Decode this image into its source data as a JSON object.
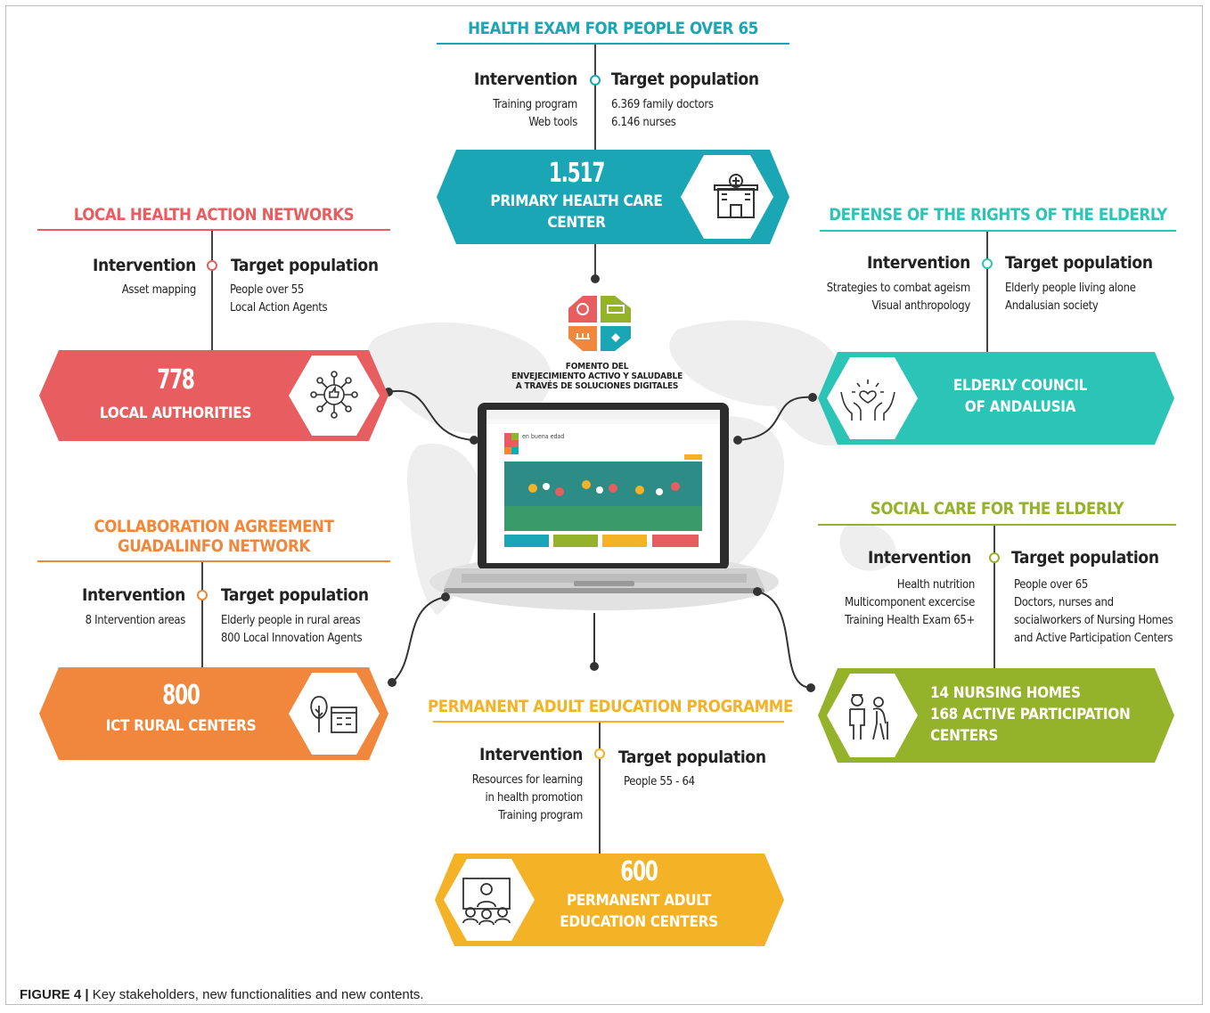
{
  "sections": {
    "health_exam": {
      "title": "HEALTH EXAM FOR PEOPLE OVER 65",
      "color": "#1aa6b4",
      "intervention_header": "Intervention",
      "target_header": "Target population",
      "intervention": [
        "Training program",
        "Web tools"
      ],
      "target": [
        "6.369 family doctors",
        "6.146 nurses"
      ],
      "number": "1.517",
      "label": [
        "PRIMARY HEALTH CARE",
        "CENTER"
      ],
      "icon": "hospital-icon"
    },
    "local_health": {
      "title": "LOCAL HEALTH ACTION NETWORKS",
      "color": "#e85d5f",
      "intervention_header": "Intervention",
      "target_header": "Target population",
      "intervention": [
        "Asset mapping"
      ],
      "target": [
        "People over 55",
        "Local Action Agents"
      ],
      "number": "778",
      "label": [
        "LOCAL AUTHORITIES"
      ],
      "icon": "network-thumbs-up-icon"
    },
    "defense_rights": {
      "title": "DEFENSE OF THE RIGHTS OF THE ELDERLY",
      "color": "#2cc4b6",
      "intervention_header": "Intervention",
      "target_header": "Target population",
      "intervention": [
        "Strategies to combat ageism",
        "Visual anthropology"
      ],
      "target": [
        "Elderly people living alone",
        "Andalusian society"
      ],
      "label": [
        "ELDERLY COUNCIL",
        "OF ANDALUSIA"
      ],
      "icon": "caring-hands-icon"
    },
    "guadalinfo": {
      "title": [
        "COLLABORATION AGREEMENT",
        "GUADALINFO NETWORK"
      ],
      "color": "#f0873c",
      "intervention_header": "Intervention",
      "target_header": "Target population",
      "intervention": [
        "8 Intervention areas"
      ],
      "target": [
        "Elderly people in rural areas",
        "800 Local Innovation Agents"
      ],
      "number": "800",
      "label": [
        "ICT RURAL CENTERS"
      ],
      "icon": "tree-building-icon"
    },
    "social_care": {
      "title": "SOCIAL CARE FOR THE ELDERLY",
      "color": "#94b22a",
      "intervention_header": "Intervention",
      "target_header": "Target population",
      "intervention": [
        "Health nutrition",
        "Multicomponent excercise",
        "Training Health Exam 65+"
      ],
      "target": [
        "People over 65",
        "Doctors, nurses and",
        "socialworkers of Nursing Homes",
        "and Active Participation Centers"
      ],
      "label": [
        "14 NURSING HOMES",
        "168 ACTIVE PARTICIPATION",
        "CENTERS"
      ],
      "icon": "nurse-elderly-icon"
    },
    "adult_education": {
      "title": "PERMANENT ADULT EDUCATION PROGRAMME",
      "color": "#f4b227",
      "intervention_header": "Intervention",
      "target_header": "Target population",
      "intervention": [
        "Resources for learning",
        "in health promotion",
        "Training program"
      ],
      "target": [
        "People 55 - 64"
      ],
      "number": "600",
      "label": [
        "PERMANENT ADULT",
        "EDUCATION CENTERS"
      ],
      "icon": "classroom-icon"
    }
  },
  "center": {
    "logo_text": [
      "FOMENTO DEL",
      "ENVEJECIMIENTO ACTIVO Y SALUDABLE",
      "A TRAVÉS DE SOLUCIONES DIGITALES"
    ],
    "site_name": "en buena edad"
  },
  "caption": {
    "label": "FIGURE 4 |",
    "text": " Key stakeholders, new functionalities and new contents."
  }
}
